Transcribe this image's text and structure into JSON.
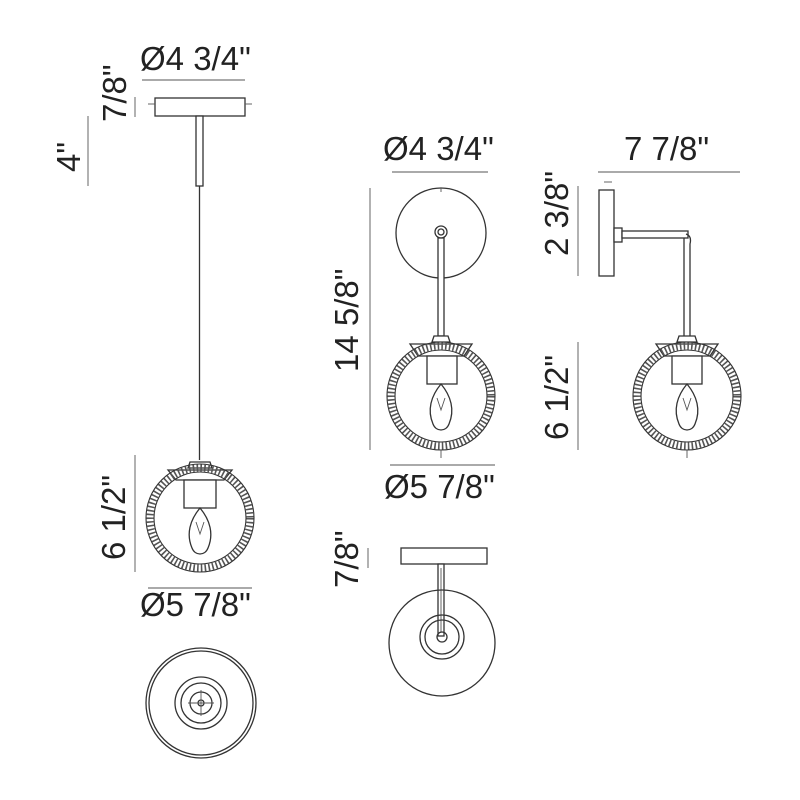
{
  "dimensions": {
    "pendant_canopy_diameter": "Ø4 3/4\"",
    "pendant_canopy_height": "7/8\"",
    "pendant_stem": "4\"",
    "pendant_globe_height": "6 1/2\"",
    "pendant_globe_diameter": "Ø5 7/8\"",
    "flush_canopy_diameter": "Ø4 3/4\"",
    "flush_overall_height": "14 5/8\"",
    "flush_globe_diameter": "Ø5 7/8\"",
    "flush_top_height": "7/8\"",
    "sconce_projection": "7 7/8\"",
    "sconce_backplate_height": "2 3/8\"",
    "sconce_globe_height": "6 1/2\""
  }
}
